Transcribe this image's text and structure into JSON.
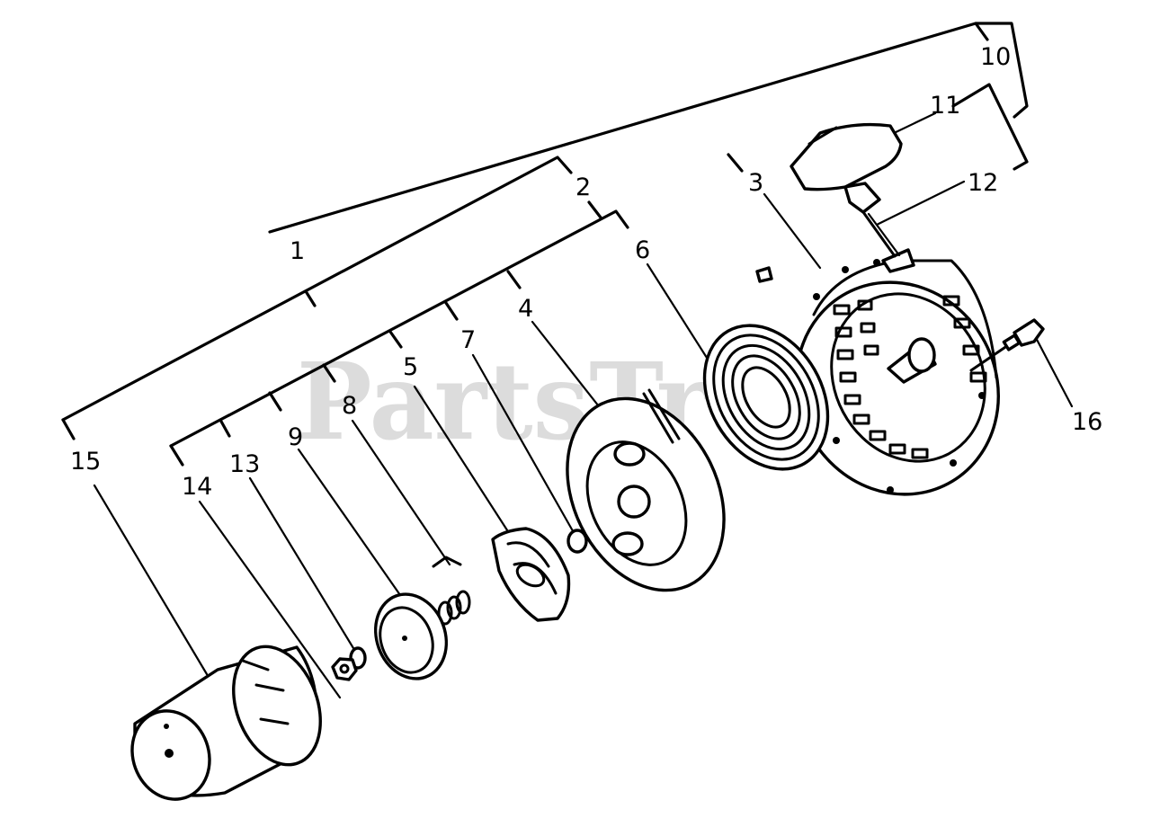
{
  "watermark": "PartsTree",
  "callouts": [
    {
      "id": "1",
      "label": "1"
    },
    {
      "id": "2",
      "label": "2"
    },
    {
      "id": "3",
      "label": "3"
    },
    {
      "id": "4",
      "label": "4"
    },
    {
      "id": "5",
      "label": "5"
    },
    {
      "id": "6",
      "label": "6"
    },
    {
      "id": "7",
      "label": "7"
    },
    {
      "id": "8",
      "label": "8"
    },
    {
      "id": "9",
      "label": "9"
    },
    {
      "id": "10",
      "label": "10"
    },
    {
      "id": "11",
      "label": "11"
    },
    {
      "id": "12",
      "label": "12"
    },
    {
      "id": "13",
      "label": "13"
    },
    {
      "id": "14",
      "label": "14"
    },
    {
      "id": "15",
      "label": "15"
    },
    {
      "id": "16",
      "label": "16"
    }
  ]
}
